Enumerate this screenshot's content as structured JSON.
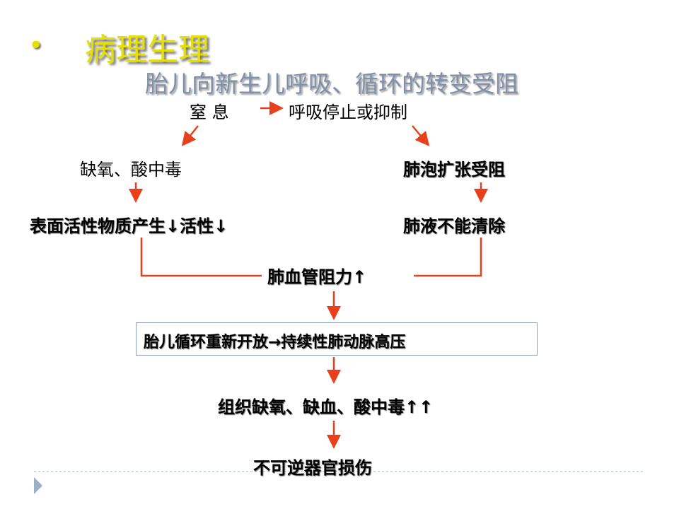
{
  "heading": {
    "bullet": "•",
    "title": "病理生理",
    "subtitle": "胎儿向新生儿呼吸、循环的转变受阻"
  },
  "flow": {
    "asphyxia": "窒  息",
    "respiratory": "呼吸停止或抑制",
    "hypoxia": "缺氧、酸中毒",
    "alveoli": "肺泡扩张受阻",
    "surfactant": "表面活性物质产生↓活性↓",
    "lung_fluid": "肺液不能清除",
    "resistance": "肺血管阻力↑",
    "circulation": "胎儿循环重新开放→持续性肺动脉高压",
    "tissue": "组织缺氧、缺血、酸中毒↑↑",
    "damage": "不可逆器官损伤"
  },
  "colors": {
    "arrow": "#e8401c",
    "title": "#e6e000",
    "subtitle": "#8090a8"
  }
}
